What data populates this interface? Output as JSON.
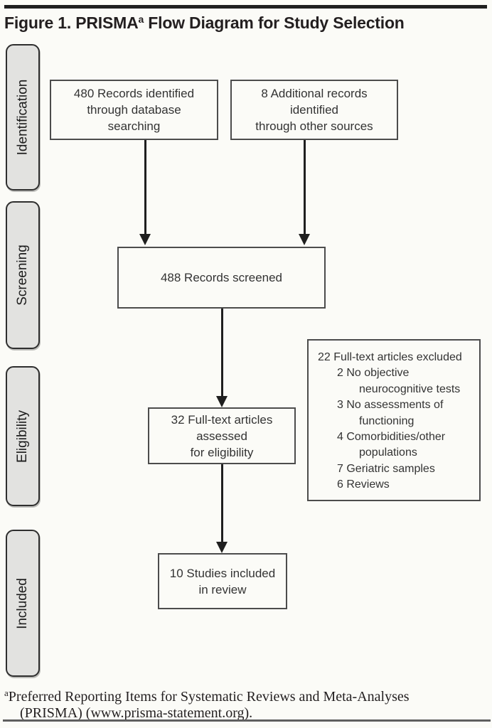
{
  "title": {
    "text_before_sup": "Figure 1. PRISMA",
    "sup": "a",
    "text_after_sup": " Flow Diagram for Study Selection"
  },
  "sidebar": {
    "items": [
      {
        "label": "Identification"
      },
      {
        "label": "Screening"
      },
      {
        "label": "Eligibility"
      },
      {
        "label": "Included"
      }
    ]
  },
  "flow": {
    "identified_db": "480 Records identified\nthrough database\nsearching",
    "identified_other": "8 Additional records\nidentified\nthrough other sources",
    "screened": "488 Records screened",
    "assessed": "32 Full-text articles\nassessed\nfor eligibility",
    "excluded_lines": [
      "22 Full-text articles excluded",
      "2 No objective",
      "neurocognitive tests",
      "3 No assessments of",
      "functioning",
      "4 Comorbidities/other",
      "populations",
      "7 Geriatric samples",
      "6 Reviews"
    ],
    "included": "10 Studies included\nin review"
  },
  "footnote": {
    "sup": "a",
    "line1": "Preferred Reporting Items for Systematic Reviews and Meta-Analyses",
    "line2": "(PRISMA) (www.prisma-statement.org)."
  },
  "colors": {
    "box_border": "#4c4c4c",
    "text": "#333333",
    "stage_fill": "#e2e2e0",
    "arrow": "#1f1f1f",
    "title_bar": "#1f1f1f"
  }
}
